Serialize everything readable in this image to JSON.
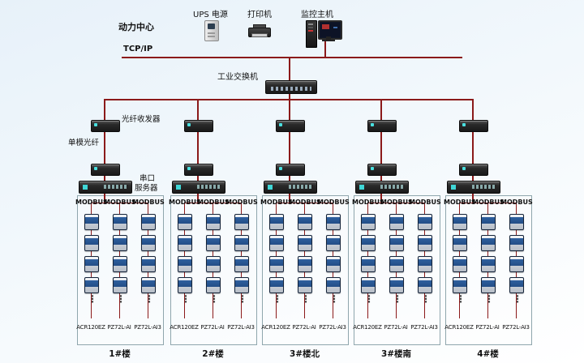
{
  "header": {
    "power_center": "动力中心",
    "tcpip": "TCP/IP",
    "industrial_switch": "工业交换机",
    "devices": {
      "ups": "UPS 电源",
      "printer": "打印机",
      "monitor_host": "监控主机"
    }
  },
  "annotations": {
    "fiber_transceiver": "光纤收发器",
    "single_mode_fiber": "单模光纤",
    "serial_server": [
      "串口",
      "服务器"
    ]
  },
  "columns": [
    {
      "bus": "MODBUS",
      "model": "ACR120EZ"
    },
    {
      "bus": "MODBUS",
      "model": "PZ72L-AI"
    },
    {
      "bus": "MODBUS",
      "model": "PZ72L-AI3"
    }
  ],
  "groups": [
    {
      "building": "1#楼"
    },
    {
      "building": "2#楼"
    },
    {
      "building": "3#楼北"
    },
    {
      "building": "3#楼南"
    },
    {
      "building": "4#楼"
    }
  ],
  "meter_rows_visible": 4,
  "ellipsis": "⋮",
  "colors": {
    "line": "#8b1a1a",
    "box_border": "#8fa6ad"
  }
}
